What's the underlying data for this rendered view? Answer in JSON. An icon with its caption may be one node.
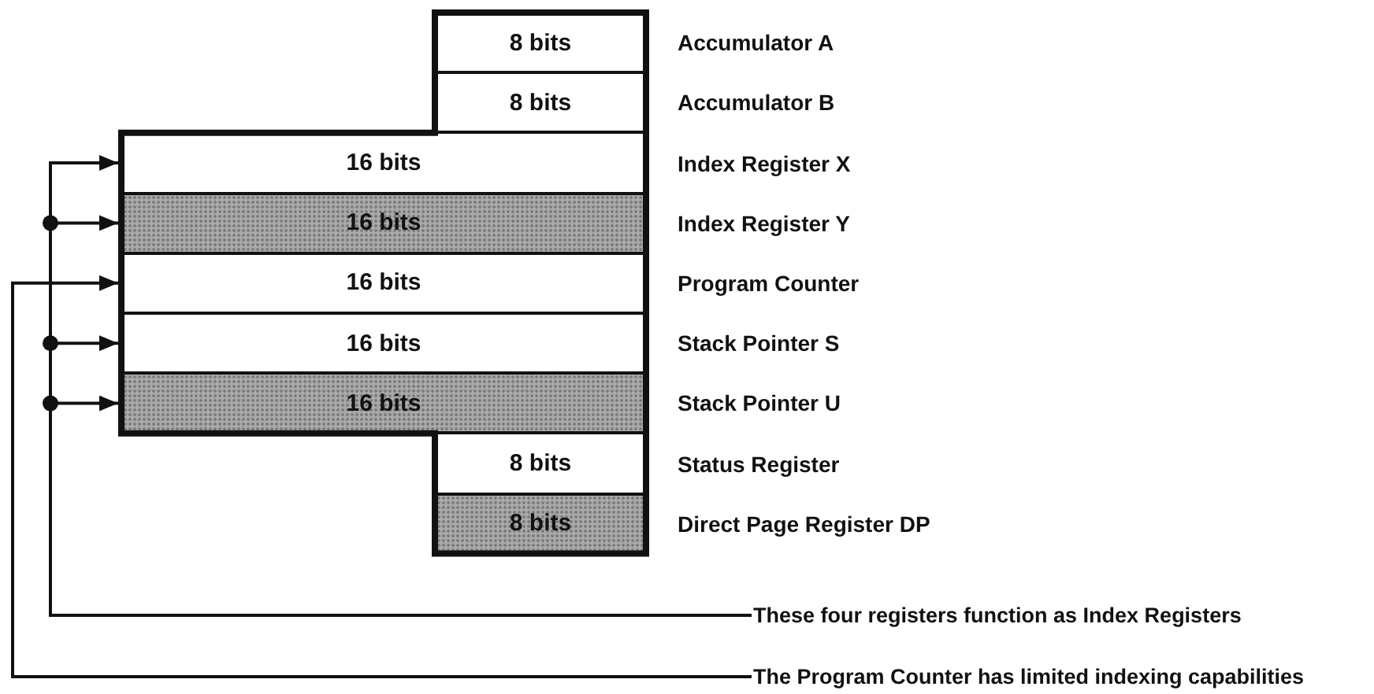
{
  "diagram": {
    "nodes": [
      {
        "text": [
          "8 bits"
        ],
        "beside": [
          "Accumulator A"
        ]
      },
      {
        "text": [
          "8 bits"
        ],
        "beside": [
          "Accumulator B"
        ]
      },
      {
        "text": [
          "16 bits"
        ],
        "beside": [
          "Index Register X"
        ]
      },
      {
        "text": [
          "16 bits"
        ],
        "beside": [
          "Index Register Y"
        ]
      },
      {
        "text": [
          "16 bits"
        ],
        "beside": [
          "Program Counter"
        ]
      },
      {
        "text": [
          "16 bits"
        ],
        "beside": [
          "Stack Pointer S"
        ]
      },
      {
        "text": [
          "16 bits"
        ],
        "beside": [
          "Stack Pointer U"
        ]
      },
      {
        "text": [
          "8 bits"
        ],
        "beside": [
          "Status Register"
        ]
      },
      {
        "text": [
          "8 bits"
        ],
        "beside": [
          "Direct Page Register DP"
        ]
      },
      {
        "text": [
          "These four registers function as Index Registers"
        ]
      },
      {
        "text": [
          "The Program Counter has limited indexing capabilities"
        ]
      }
    ],
    "edges": [
      {
        "from": 9,
        "to": 2,
        "arrow": "to"
      },
      {
        "from": 9,
        "to": 3,
        "arrow": "to"
      },
      {
        "from": 9,
        "to": 5,
        "arrow": "to"
      },
      {
        "from": 9,
        "to": 6,
        "arrow": "to"
      },
      {
        "from": 10,
        "to": 4,
        "arrow": "to"
      }
    ]
  }
}
